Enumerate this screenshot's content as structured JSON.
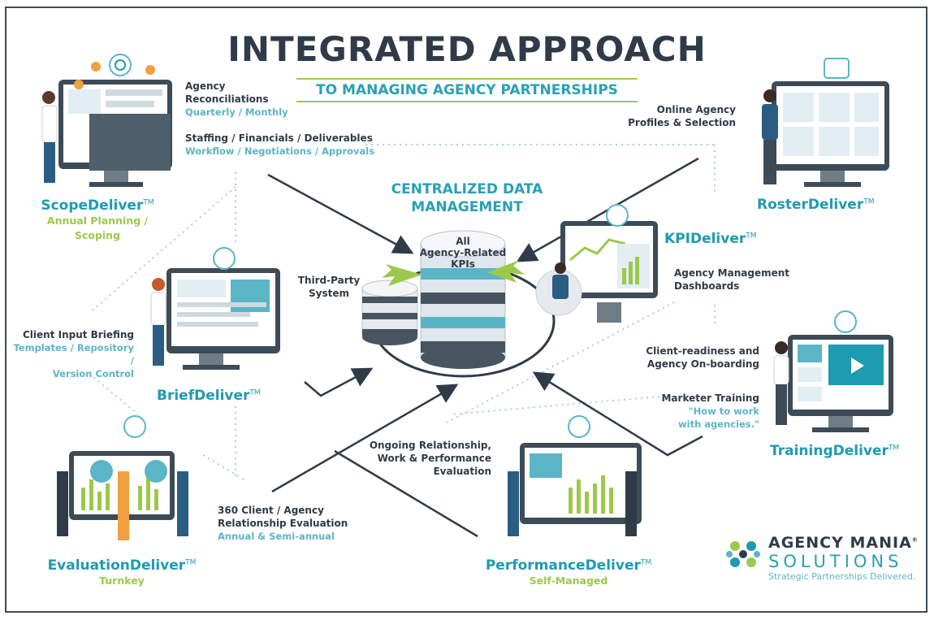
{
  "title": "INTEGRATED APPROACH",
  "subtitle": "TO MANAGING AGENCY PARTNERSHIPS",
  "center": {
    "title_line1": "CENTRALIZED DATA",
    "title_line2": "MANAGEMENT",
    "db_label_line1": "All",
    "db_label_line2": "Agency-Related",
    "db_label_line3": "KPIs",
    "third_party_line1": "Third-Party",
    "third_party_line2": "System"
  },
  "products": {
    "scope": {
      "name": "ScopeDeliver",
      "tm": "TM",
      "sub_line1": "Annual Planning /",
      "sub_line2": "Scoping"
    },
    "roster": {
      "name": "RosterDeliver",
      "tm": "TM"
    },
    "kpi": {
      "name": "KPIDeliver",
      "tm": "TM"
    },
    "brief": {
      "name": "BriefDeliver",
      "tm": "TM"
    },
    "training": {
      "name": "TrainingDeliver",
      "tm": "TM"
    },
    "evaluation": {
      "name": "EvaluationDeliver",
      "tm": "TM",
      "sub": "Turnkey"
    },
    "performance": {
      "name": "PerformanceDeliver",
      "tm": "TM",
      "sub": "Self-Managed"
    }
  },
  "labels": {
    "agency_recon_line1": "Agency",
    "agency_recon_line2": "Reconciliations",
    "agency_recon_sub": "Quarterly / Monthly",
    "staffing": "Staffing / Financials / Deliverables",
    "staffing_sub": "Workflow / Negotiations / Approvals",
    "online_line1": "Online Agency",
    "online_line2": "Profiles & Selection",
    "agency_mgmt_line1": "Agency Management",
    "agency_mgmt_line2": "Dashboards",
    "client_input": "Client Input Briefing",
    "client_input_sub_line1": "Templates / Repository /",
    "client_input_sub_line2": "Version Control",
    "client_ready_line1": "Client-readiness and",
    "client_ready_line2": "Agency On-boarding",
    "marketer": "Marketer Training",
    "marketer_sub_line1": "\"How to work",
    "marketer_sub_line2": "with agencies.\"",
    "ongoing_line1": "Ongoing Relationship,",
    "ongoing_line2": "Work & Performance",
    "ongoing_line3": "Evaluation",
    "eval360_line1": "360 Client / Agency",
    "eval360_line2": "Relationship Evaluation",
    "eval360_sub": "Annual & Semi-annual"
  },
  "logo": {
    "name": "AGENCY MANIA",
    "tm": "®",
    "solutions": "SOLUTIONS",
    "tagline": "Strategic Partnerships Delivered."
  },
  "colors": {
    "teal": "#1d9bb0",
    "green": "#9cc94a",
    "navy": "#2f3b48",
    "light_teal": "#5bb5c7"
  }
}
